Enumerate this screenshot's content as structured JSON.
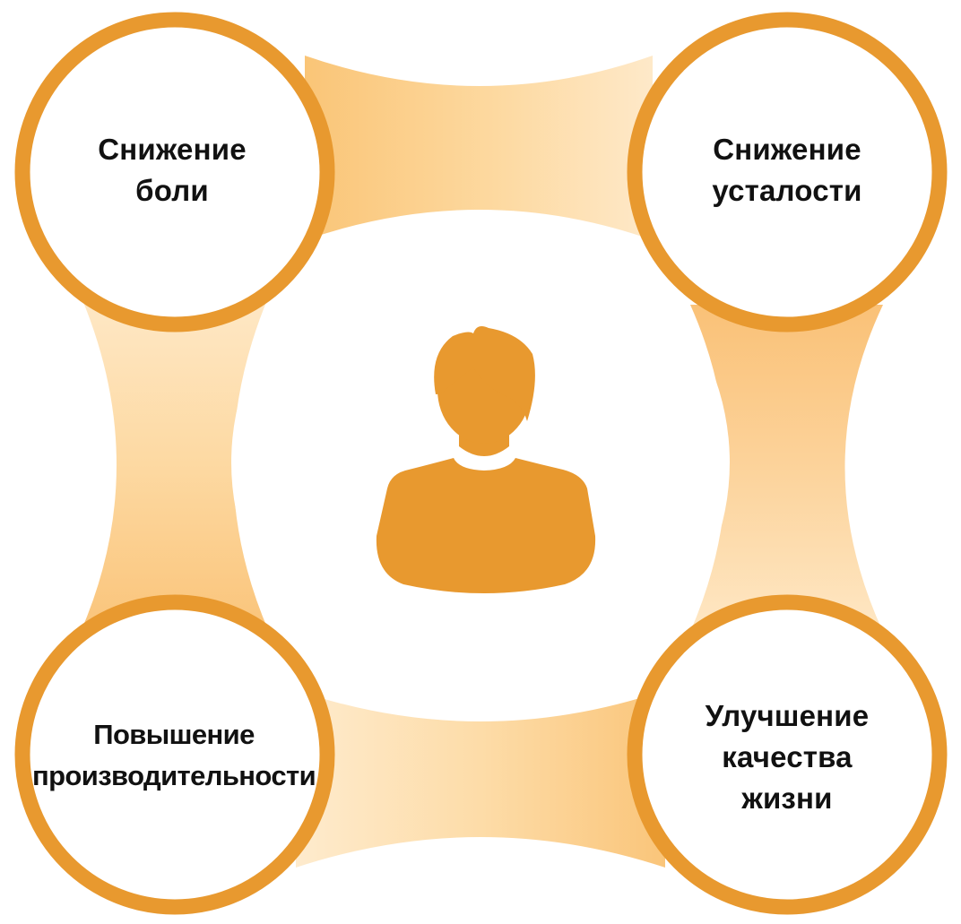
{
  "colors": {
    "accent": "#E8992F",
    "band_light": "#FDE3B8",
    "band_mid": "#FAC577",
    "text": "#111111",
    "background": "#FFFFFF"
  },
  "center": {
    "icon": "person-icon"
  },
  "nodes": [
    {
      "id": "top-left",
      "lines": [
        "Снижение",
        "боли"
      ]
    },
    {
      "id": "top-right",
      "lines": [
        "Снижение",
        "усталости"
      ]
    },
    {
      "id": "bottom-left",
      "lines": [
        "Повышение",
        "производительности"
      ]
    },
    {
      "id": "bottom-right",
      "lines": [
        "Улучшение",
        "качества",
        "жизни"
      ]
    }
  ]
}
